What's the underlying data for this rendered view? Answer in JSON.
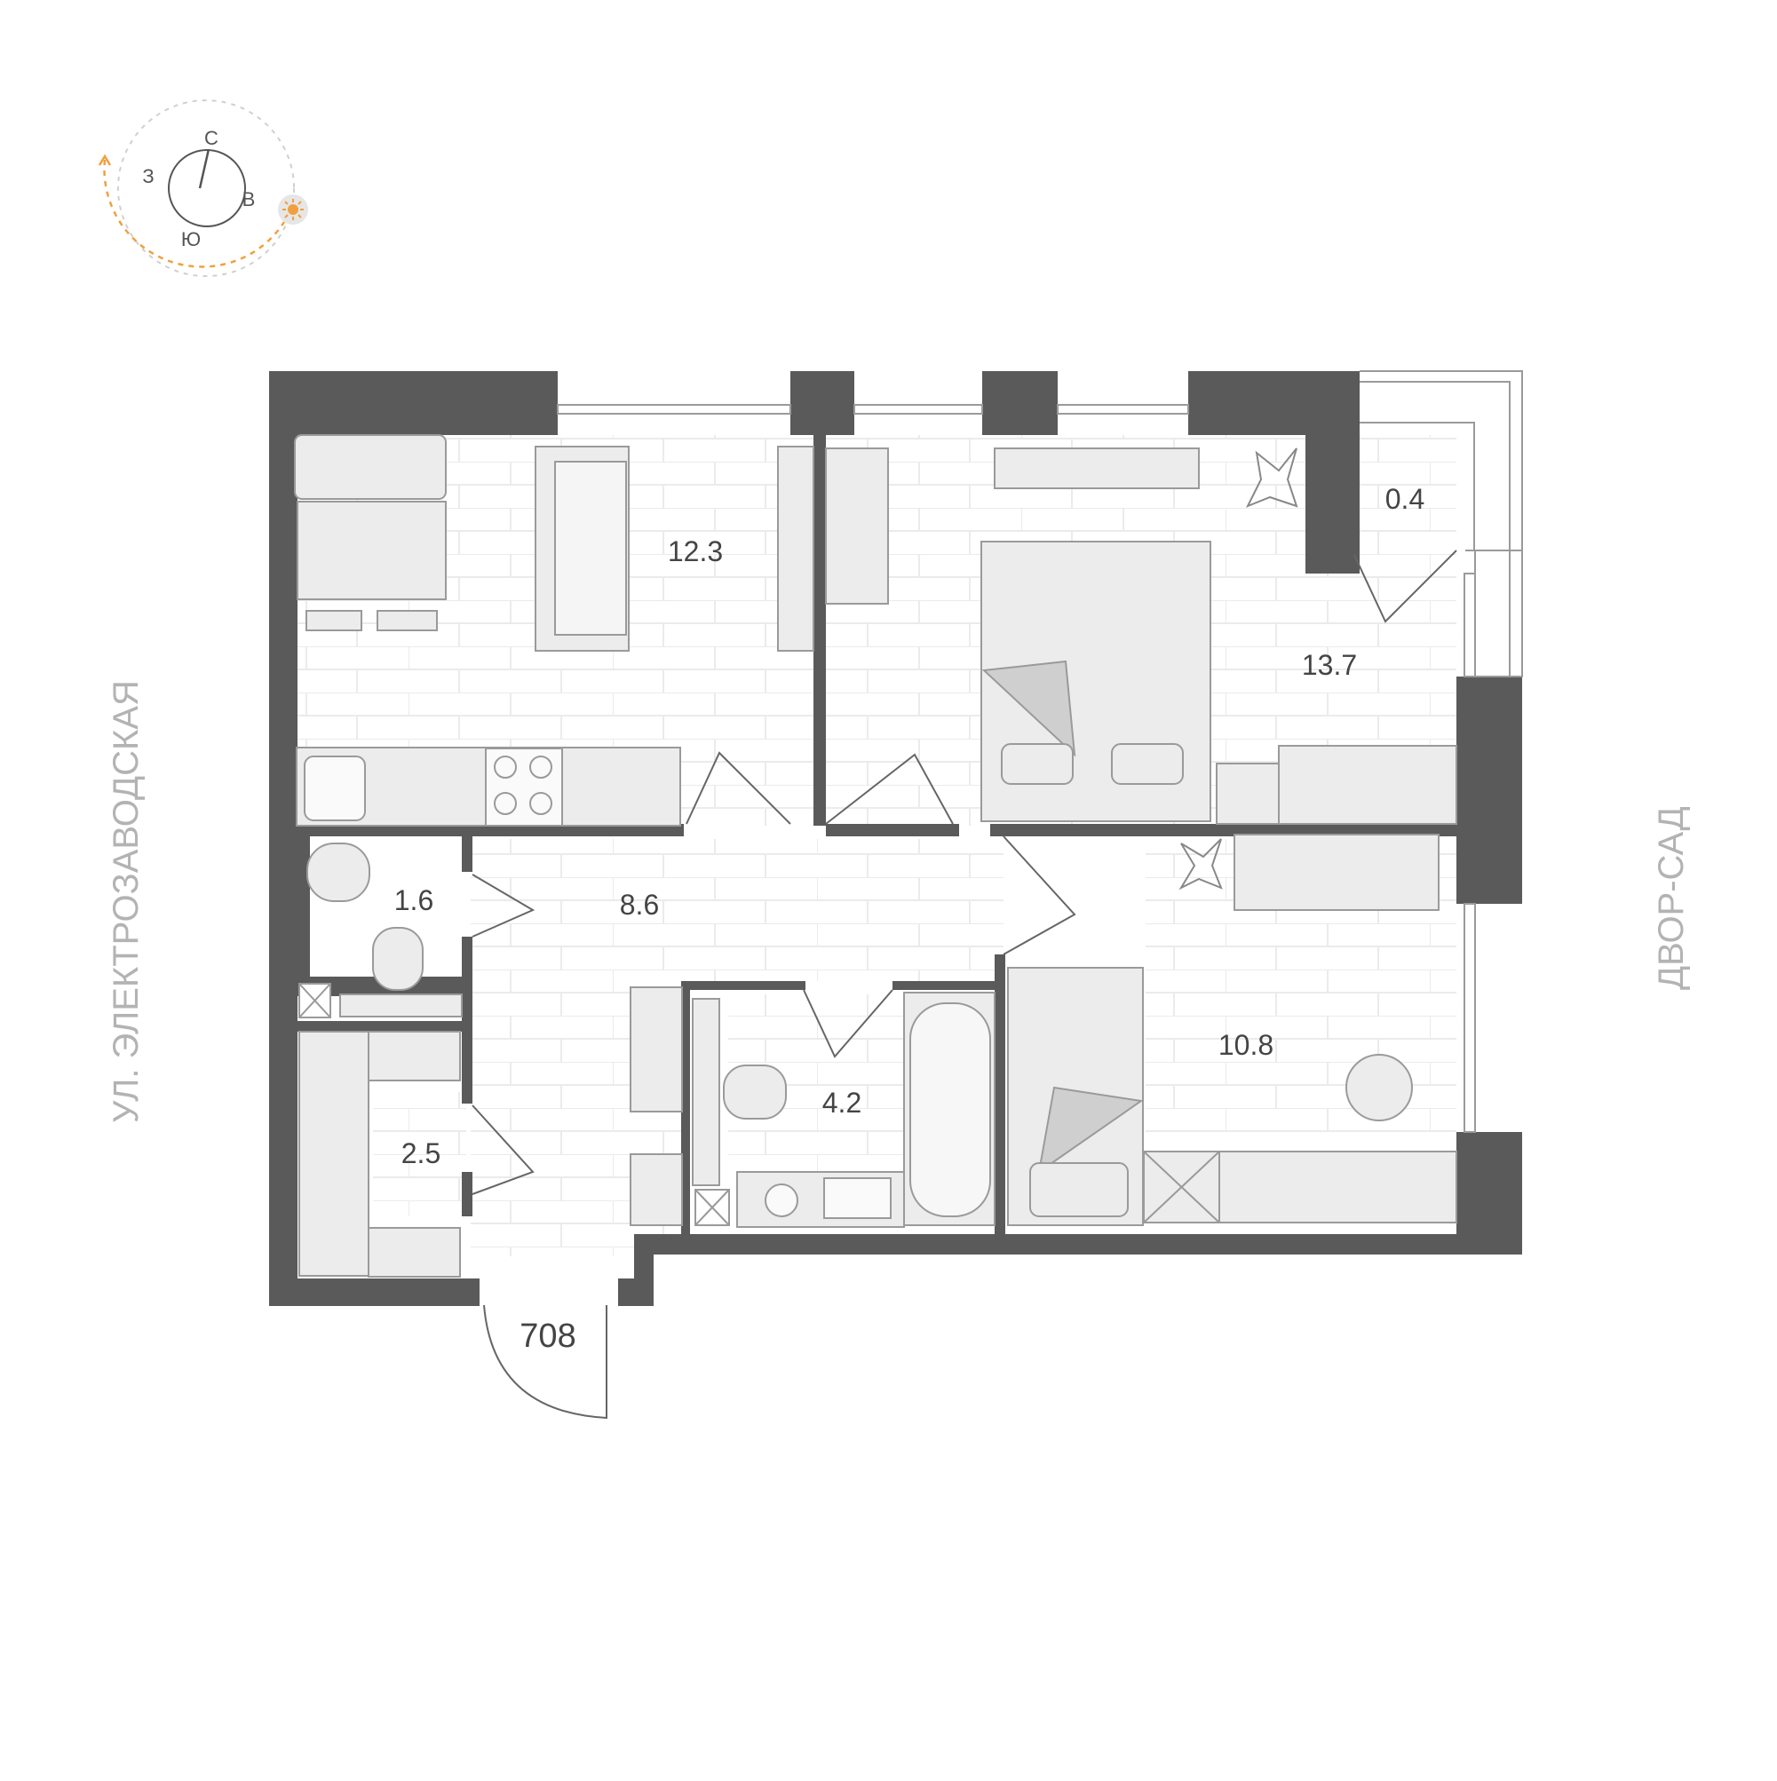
{
  "compass": {
    "north": "С",
    "south": "Ю",
    "west": "З",
    "east": "В",
    "icon": "sun-icon",
    "accent_color": "#f0a040"
  },
  "streets": {
    "left": "УЛ. ЭЛЕКТРОЗАВОДСКАЯ",
    "right": "ДВОР-САД"
  },
  "apartment_number": "708",
  "rooms": {
    "kitchen_living": "12.3",
    "bedroom": "13.7",
    "balcony": "0.4",
    "bathroom_small": "1.6",
    "hallway": "8.6",
    "bathroom": "4.2",
    "storage": "2.5",
    "bedroom2": "10.8"
  },
  "colors": {
    "wall": "#5a5a5a",
    "furniture": "#ececec",
    "furniture_stroke": "#9a9a9a",
    "text": "#444444",
    "street_text": "#b3b3b3"
  }
}
